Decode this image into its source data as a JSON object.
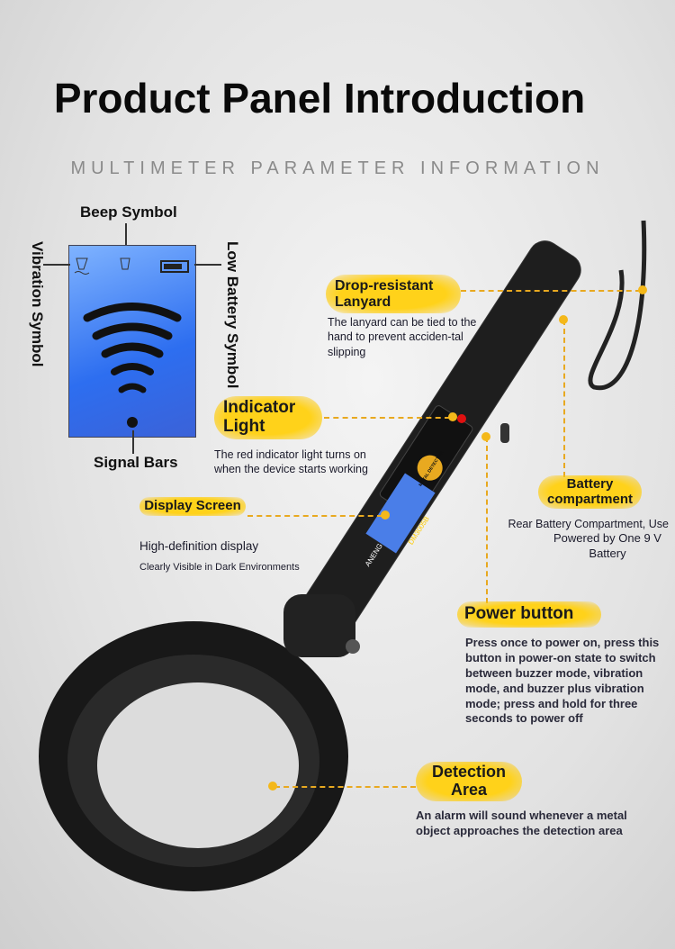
{
  "header": {
    "title": "Product Panel Introduction",
    "subtitle": "MULTIMETER PARAMETER INFORMATION"
  },
  "lcd_panel": {
    "beep_label": "Beep Symbol",
    "vibration_label": "Vibration Symbol",
    "battery_label": "Low Battery Symbol",
    "signal_label": "Signal Bars",
    "signal_bar_count": 5
  },
  "device": {
    "brand": "ANENG",
    "model": "DM3005B",
    "badge": "METAL DETECTOR"
  },
  "callouts": {
    "lanyard": {
      "title": "Drop-resistant Lanyard",
      "desc": "The lanyard can be tied to the hand to prevent acciden-tal slipping"
    },
    "indicator": {
      "title": "Indicator Light",
      "desc": "The red indicator light turns on when the device starts working"
    },
    "battery": {
      "title": "Battery compartment",
      "desc1": "Rear Battery Compartment, Use",
      "desc2": "Powered by One 9 V Battery"
    },
    "display": {
      "title": "Display Screen",
      "desc1": "High-definition display",
      "desc2": "Clearly Visible in Dark Environments"
    },
    "power": {
      "title": "Power button",
      "desc": "Press once to power on, press this button in power-on state to switch between buzzer mode, vibration mode, and buzzer plus vibration mode; press and hold for three seconds to power off"
    },
    "detection": {
      "title": "Detection Area",
      "desc": "An alarm will sound whenever a metal object approaches the detection area"
    }
  },
  "colors": {
    "accent": "#ffd21a",
    "dash": "#e8a920",
    "lcd": "#3b78f0"
  }
}
